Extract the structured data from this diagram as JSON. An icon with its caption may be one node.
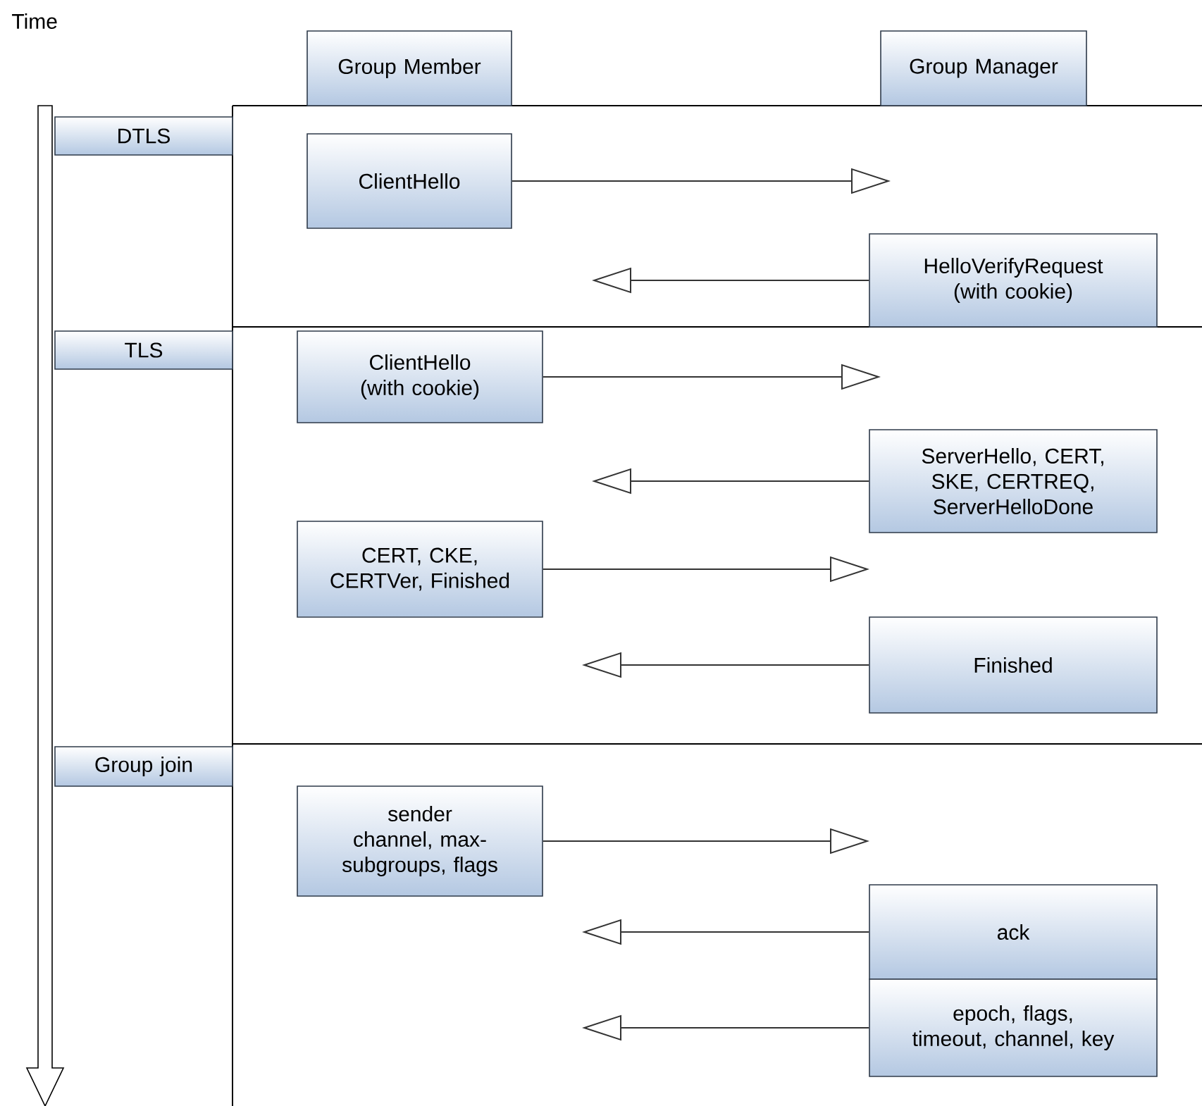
{
  "diagram": {
    "nodes": [
      {
        "text": [
          "Group Member"
        ]
      },
      {
        "text": [
          "Group Manager"
        ]
      },
      {
        "text": [
          "DTLS"
        ]
      },
      {
        "text": [
          "ClientHello"
        ]
      },
      {
        "text": [
          "HelloVerifyRequest (with cookie)"
        ]
      },
      {
        "text": [
          "TLS"
        ]
      },
      {
        "text": [
          "ClientHello (with cookie)"
        ]
      },
      {
        "text": [
          "ServerHello, CERT, SKE, CERTREQ, ServerHelloDone"
        ]
      },
      {
        "text": [
          "CERT, CKE, CERTVer, Finished"
        ]
      },
      {
        "text": [
          "Finished"
        ]
      },
      {
        "text": [
          "Group join"
        ]
      },
      {
        "text": [
          "sender channel, max-subgroups, flags"
        ]
      },
      {
        "text": [
          "ack"
        ]
      },
      {
        "text": [
          "epoch, flags, timeout, channel, key"
        ]
      }
    ],
    "edges": [
      {
        "from": 3,
        "to": null,
        "arrow": "to"
      },
      {
        "from": 4,
        "to": null,
        "arrow": "to"
      },
      {
        "from": 6,
        "to": null,
        "arrow": "to"
      },
      {
        "from": 7,
        "to": null,
        "arrow": "to"
      },
      {
        "from": 8,
        "to": null,
        "arrow": "to"
      },
      {
        "from": 9,
        "to": null,
        "arrow": "to"
      },
      {
        "from": 11,
        "to": null,
        "arrow": "to"
      },
      {
        "from": 12,
        "to": null,
        "arrow": "to"
      },
      {
        "from": 13,
        "to": null,
        "arrow": "to"
      }
    ],
    "labels": [
      "Time"
    ]
  }
}
